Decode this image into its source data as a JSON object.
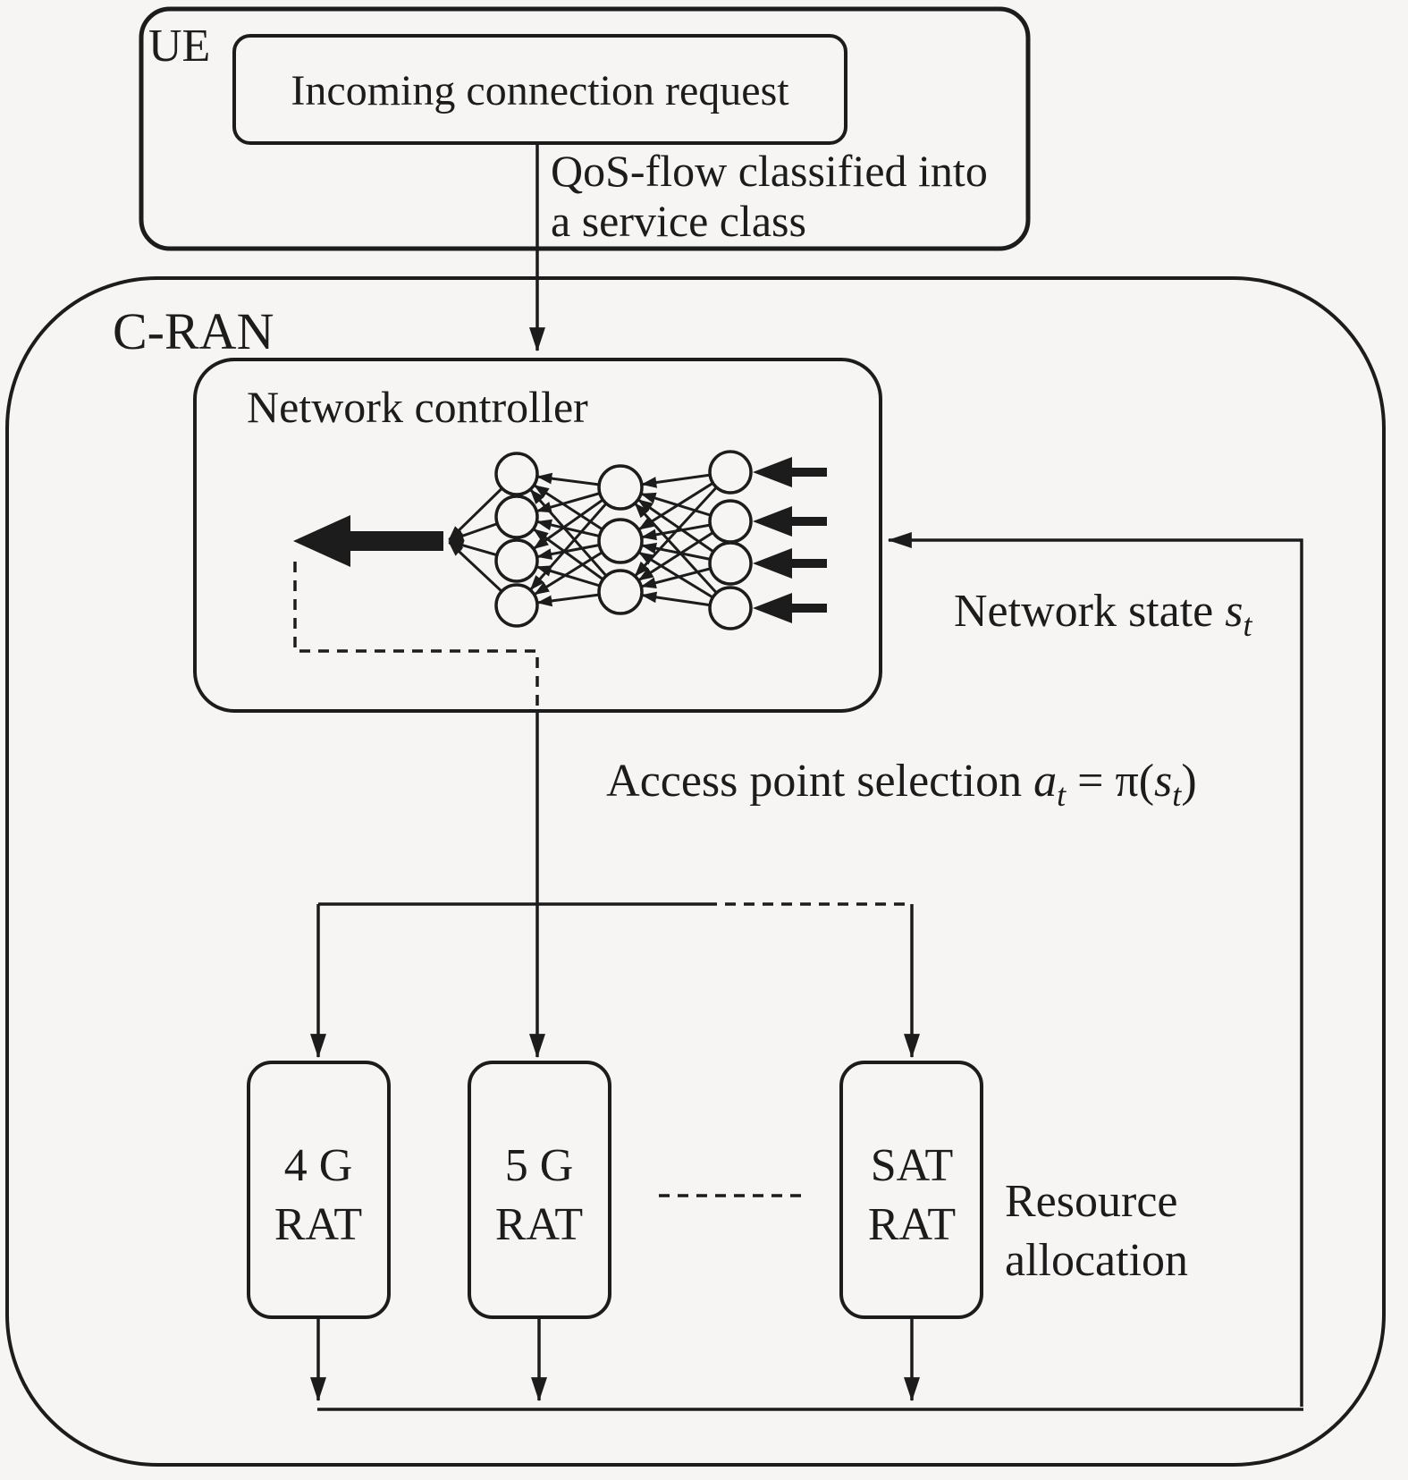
{
  "figure": {
    "ue": {
      "title": "UE",
      "request": "Incoming connection request"
    },
    "qos": {
      "line1": "QoS-flow classified into",
      "line2": "a service class"
    },
    "cran": {
      "title": "C-RAN"
    },
    "controller": {
      "title": "Network controller"
    },
    "network_state": {
      "label": "Network state ",
      "var": "s",
      "sub": "t"
    },
    "action": {
      "label": "Access point selection ",
      "a_var": "a",
      "a_sub": "t",
      "eq_pi": " = π(",
      "s_var": "s",
      "s_sub": "t",
      "close": ")"
    },
    "rats": [
      {
        "line1": "4 G",
        "line2": "RAT"
      },
      {
        "line1": "5 G",
        "line2": "RAT"
      },
      {
        "line1": "SAT",
        "line2": "RAT"
      }
    ],
    "resource": {
      "line1": "Resource",
      "line2": "allocation"
    },
    "colors": {
      "ink": "#1c1c1c",
      "background": "#f6f5f3"
    }
  }
}
